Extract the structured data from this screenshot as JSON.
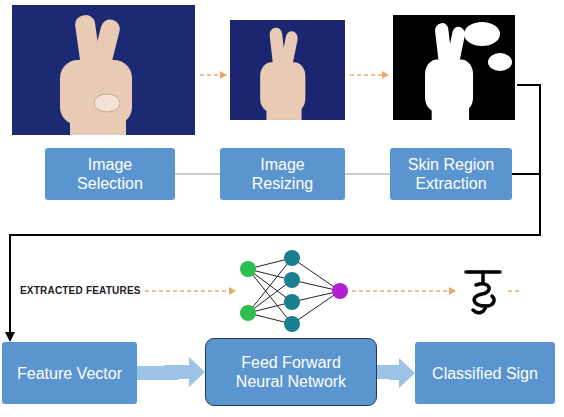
{
  "diagram": {
    "nodes": [
      {
        "text": [
          "Image Selection"
        ]
      },
      {
        "text": [
          "Image Resizing"
        ]
      },
      {
        "text": [
          "Skin Region Extraction"
        ]
      },
      {
        "text": [
          "Feature Vector"
        ]
      },
      {
        "text": [
          "Feed Forward Neural Network"
        ]
      },
      {
        "text": [
          "Classified Sign"
        ]
      }
    ],
    "edges": [
      {
        "from": 0,
        "to": 1,
        "arrow": "none"
      },
      {
        "from": 1,
        "to": 2,
        "arrow": "none"
      },
      {
        "from": 2,
        "to": 3,
        "arrow": "to"
      },
      {
        "from": 3,
        "to": 4,
        "arrow": "to"
      },
      {
        "from": 4,
        "to": 5,
        "arrow": "to"
      }
    ],
    "labels": [
      "EXTRACTED FEATURES"
    ]
  }
}
